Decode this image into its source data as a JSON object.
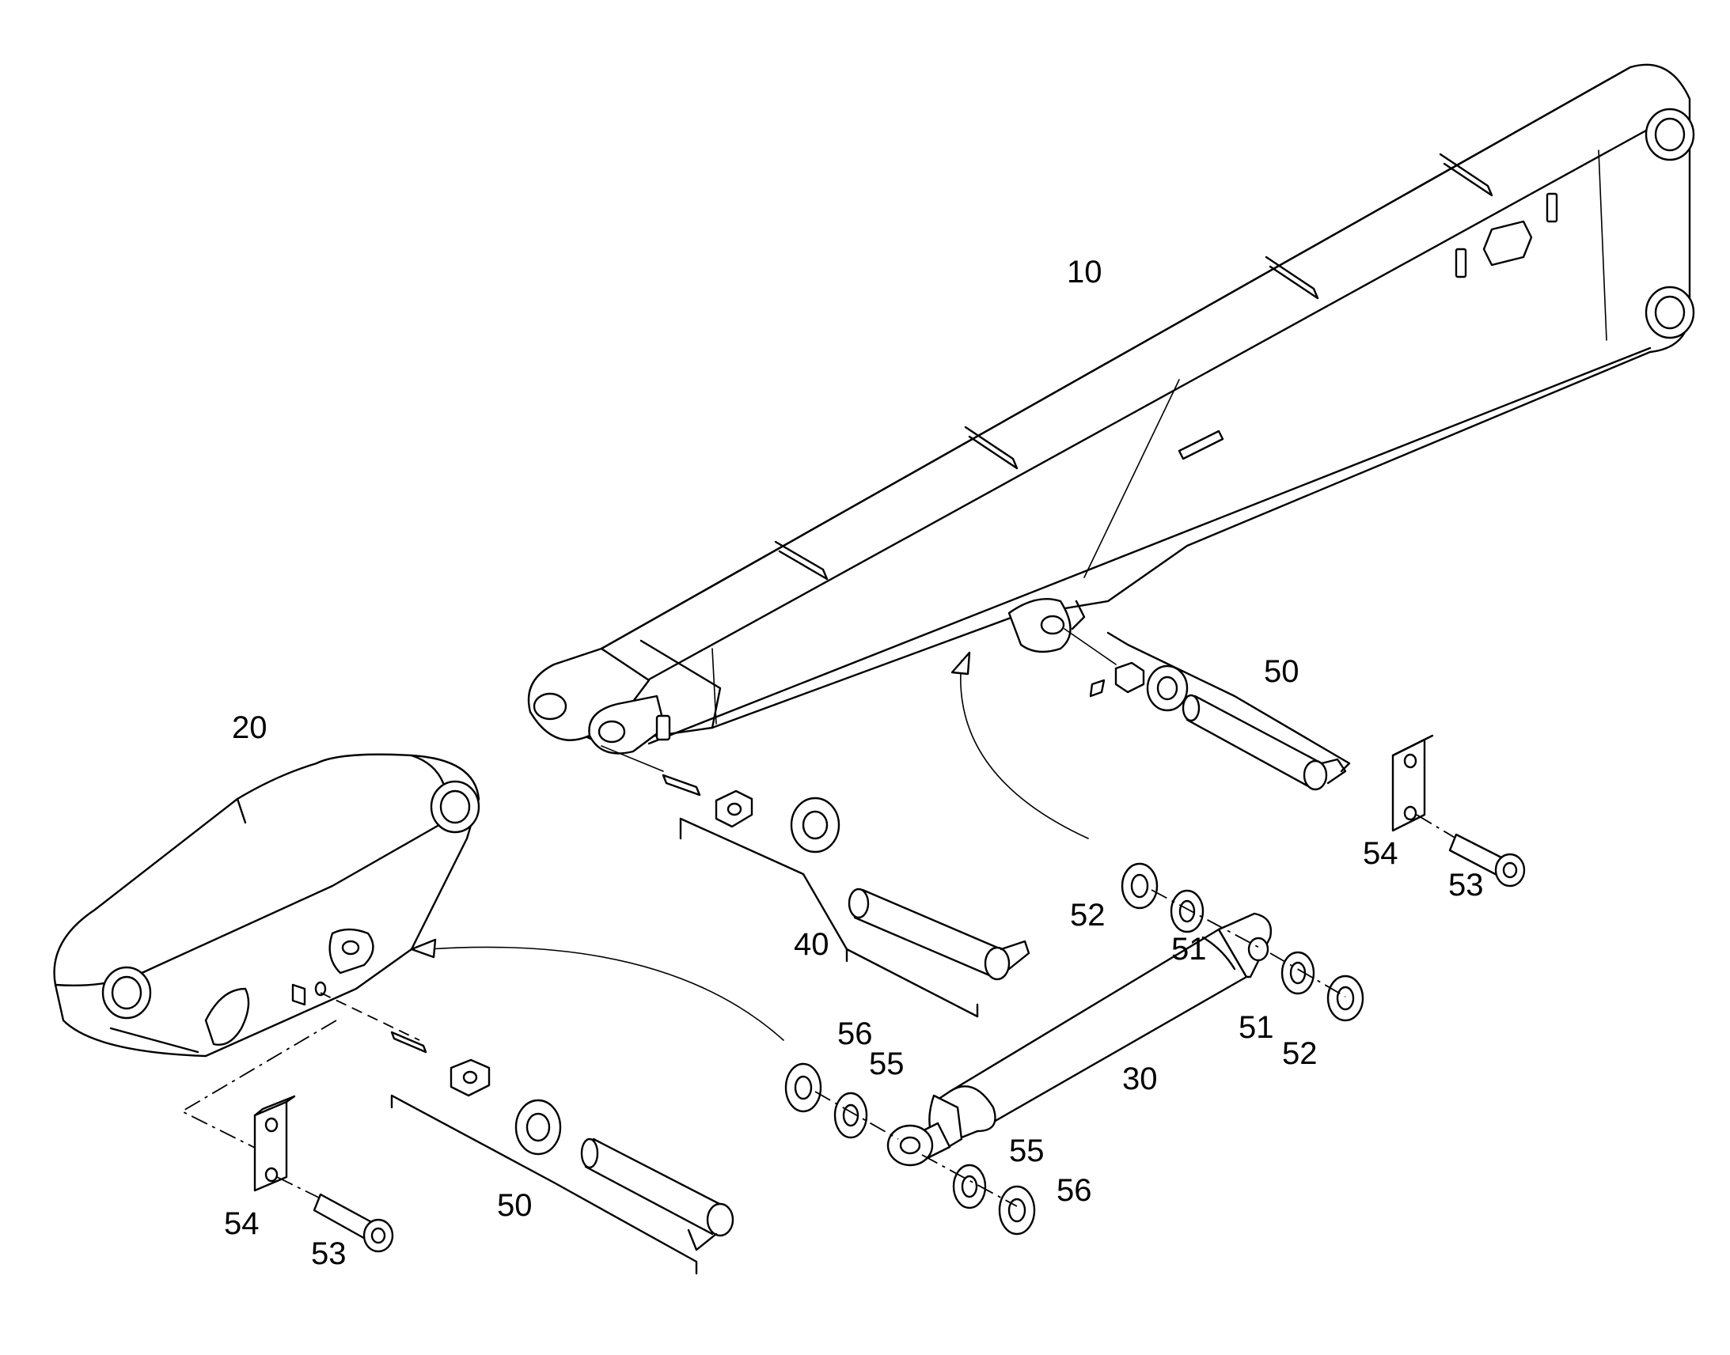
{
  "callouts": {
    "boom": "10",
    "link": "20",
    "cylinder": "30",
    "pin_set_boom_front": "40",
    "pin_set_boom_rear": "50",
    "pin_set_link": "50",
    "washer_51_top": "51",
    "washer_51_right": "51",
    "washer_52_top": "52",
    "washer_52_right": "52",
    "bolt_53_right": "53",
    "bolt_53_left": "53",
    "plate_54_right": "54",
    "plate_54_left": "54",
    "washer_55_upper": "55",
    "washer_55_lower": "55",
    "washer_56_upper": "56",
    "washer_56_lower": "56"
  },
  "colors": {
    "line": "#000000",
    "background": "#ffffff"
  }
}
